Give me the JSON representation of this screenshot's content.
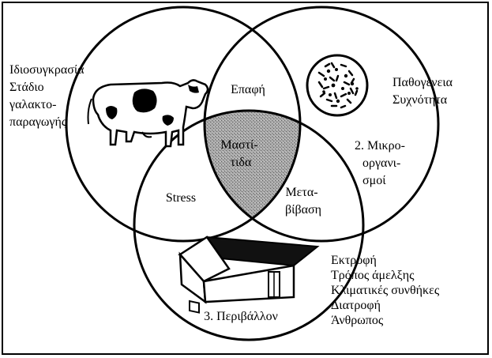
{
  "diagram": {
    "center": [
      "Μαστί-",
      "τιδα"
    ],
    "overlaps": {
      "top": "Επαφή",
      "left": "Stress",
      "right": [
        "Μετα-",
        "βίβαση"
      ]
    },
    "circle_1": {
      "text": [
        "Ιδιοσυγκρασία",
        "Στάδιο",
        "γαλακτο-",
        "παραγωγής"
      ],
      "icon": "cow-icon"
    },
    "circle_2": {
      "title": [
        "2. Μικρο-",
        "οργανι-",
        "σμοί"
      ],
      "text": [
        "Παθογένεια",
        "Συχνότητα"
      ],
      "icon": "microorganisms-icon"
    },
    "circle_3": {
      "title": "3. Περιβάλλον",
      "text": [
        "Εκτροφή",
        "Τρόπος άμελξης",
        "Κλιματικές συνθήκες",
        "Διατροφή",
        "Άνθρωπος"
      ],
      "icon": "barn-icon"
    },
    "colors": {
      "line": "#000000",
      "center_fill": "#9a9a9a",
      "background": "#ffffff"
    }
  }
}
